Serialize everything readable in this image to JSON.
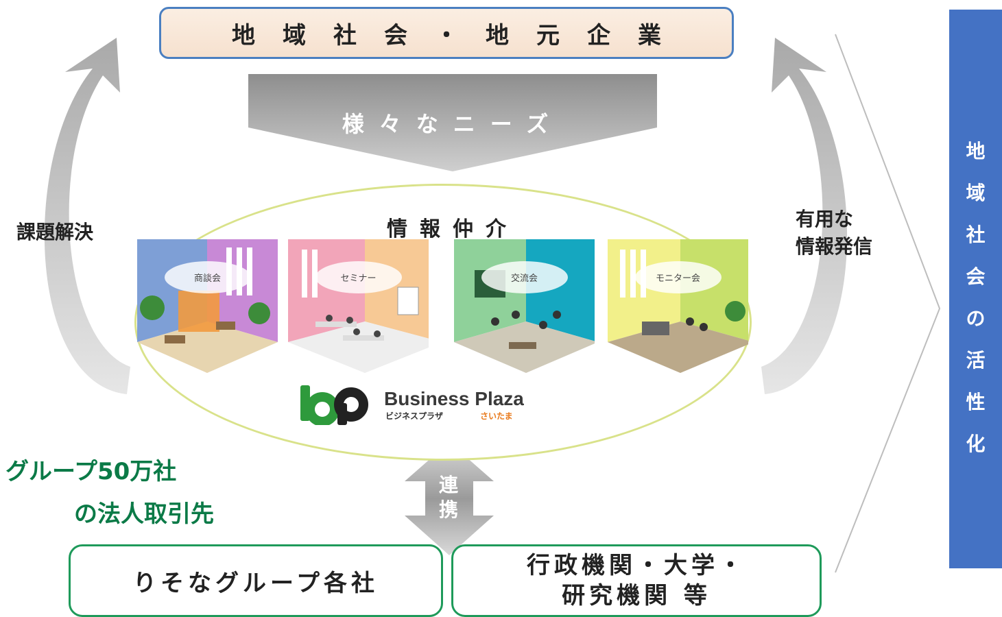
{
  "top_box": {
    "label": "地域社会・地元企業"
  },
  "needs_arrow": {
    "label": "様々なニーズ"
  },
  "center": {
    "title": "情報仲介"
  },
  "rooms": [
    {
      "label": "商談会"
    },
    {
      "label": "セミナー"
    },
    {
      "label": "交流会"
    },
    {
      "label": "モニター会"
    }
  ],
  "logo": {
    "mark": "bp",
    "name": "Business Plaza",
    "sub_katakana": "ビジネスプラザ",
    "sub_city": "さいたま"
  },
  "left_label": "課題解決",
  "right_label": [
    "有用な",
    "情報発信"
  ],
  "group_text": [
    "グループ50万社",
    "の法人取引先"
  ],
  "connection": {
    "label": [
      "連",
      "携"
    ]
  },
  "bottom_boxes": {
    "resona": "りそなグループ各社",
    "government": [
      "行政機関・大学・",
      "研究機関 等"
    ]
  },
  "right_panel": {
    "label": "地域社会の活性化"
  },
  "colors": {
    "top_box_border": "#4a7fc1",
    "ellipse_border": "#d9e28a",
    "green_text": "#0b7a47",
    "bottom_box_border": "#1e9a5a",
    "right_panel": "#4472c4",
    "logo_green": "#2e9a3c",
    "logo_orange": "#e97a1c"
  }
}
